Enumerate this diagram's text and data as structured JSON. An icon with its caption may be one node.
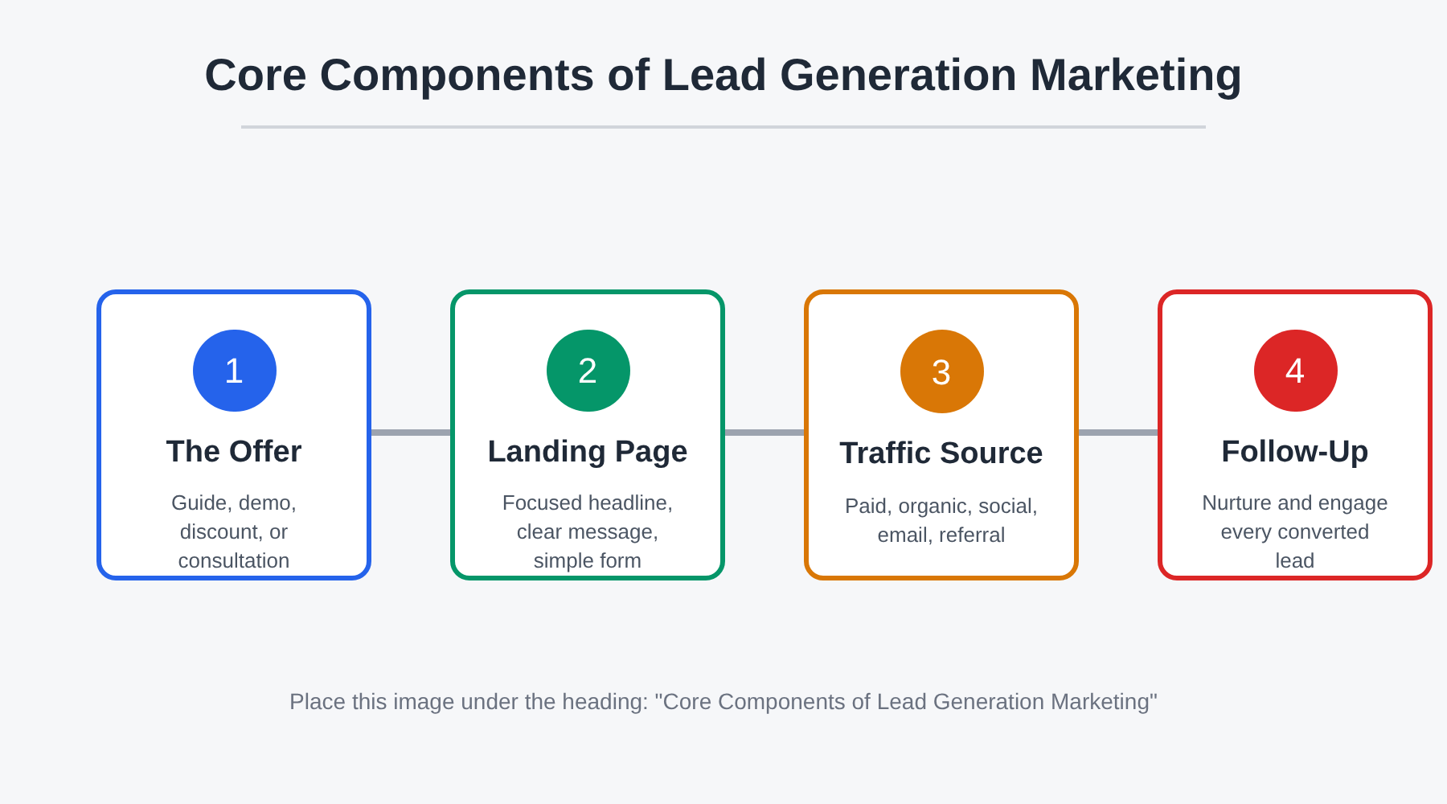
{
  "diagram": {
    "title": "Core Components of Lead Generation Marketing",
    "caption": "Place this image under the heading: \"Core Components of Lead Generation Marketing\"",
    "nodes": [
      {
        "text": [
          "1",
          "The Offer",
          "Guide, demo, discount, or consultation"
        ]
      },
      {
        "text": [
          "2",
          "Landing Page",
          "Focused headline, clear message, simple form"
        ]
      },
      {
        "text": [
          "3",
          "Traffic Source",
          "Paid, organic, social, email, referral"
        ]
      },
      {
        "text": [
          "4",
          "Follow-Up",
          "Nurture and engage every converted lead"
        ]
      }
    ],
    "edges": [
      {
        "from": 0,
        "to": 1,
        "arrow": "none"
      },
      {
        "from": 1,
        "to": 2,
        "arrow": "none"
      },
      {
        "from": 2,
        "to": 3,
        "arrow": "none"
      }
    ]
  }
}
